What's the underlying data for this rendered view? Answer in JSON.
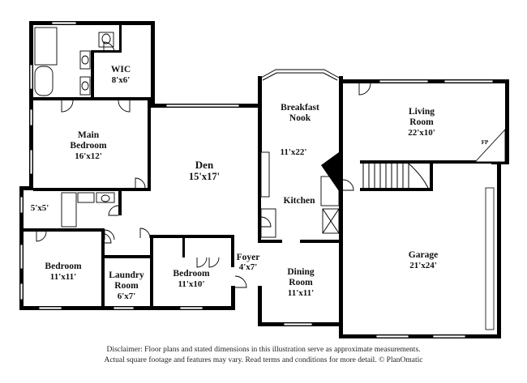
{
  "rooms": {
    "wic": {
      "name": "WIC",
      "dim": "8'x6'"
    },
    "main_bedroom": {
      "name1": "Main",
      "name2": "Bedroom",
      "dim": "16'x12'"
    },
    "bath_small": {
      "dim": "5'x5'"
    },
    "bedroom_left": {
      "name": "Bedroom",
      "dim": "11'x11'"
    },
    "laundry": {
      "name1": "Laundry",
      "name2": "Room",
      "dim": "6'x7'"
    },
    "bedroom_mid": {
      "name": "Bedroom",
      "dim": "11'x10'"
    },
    "den": {
      "name": "Den",
      "dim": "15'x17'"
    },
    "foyer": {
      "name": "Foyer",
      "dim": "4'x7'"
    },
    "breakfast": {
      "name1": "Breakfast",
      "name2": "Nook"
    },
    "kitchen": {
      "name": "Kitchen",
      "dim": "11'x22'"
    },
    "dining": {
      "name1": "Dining",
      "name2": "Room",
      "dim": "11'x11'"
    },
    "living": {
      "name1": "Living",
      "name2": "Room",
      "dim": "22'x10'"
    },
    "fireplace": {
      "label": "FP"
    },
    "garage": {
      "name": "Garage",
      "dim": "21'x24'"
    }
  },
  "disclaimer": {
    "line1": "Disclaimer: Floor plans and stated dimensions in this illustration serve as approximate measurements.",
    "line2": "Actual square footage and features may vary. Read terms and conditions for more detail. © PlanOmatic"
  }
}
